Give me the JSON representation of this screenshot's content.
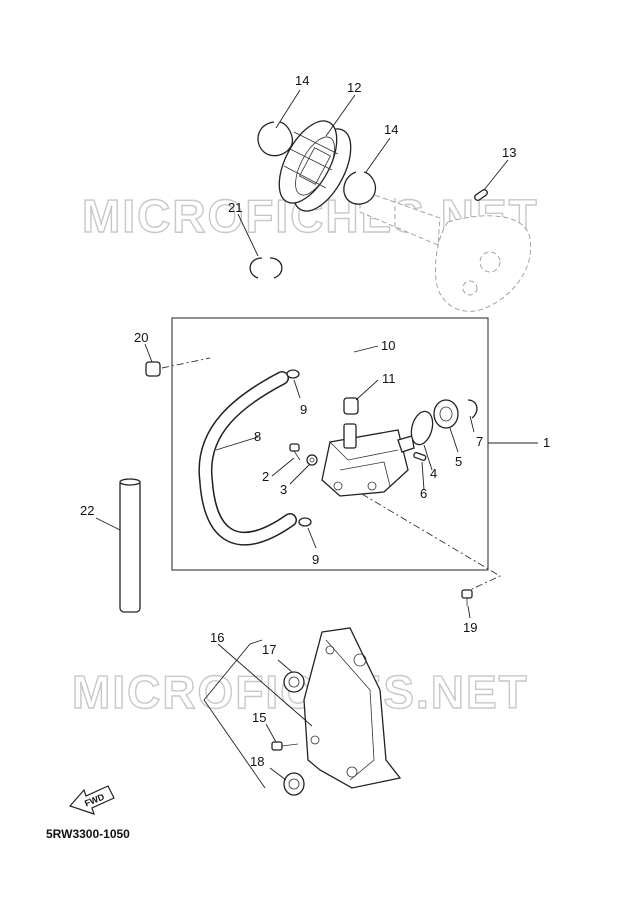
{
  "watermark": "MICROFICHES.NET",
  "diagram_code": "5RW3300-1050",
  "fwd_label": "FWD",
  "callouts": {
    "c1": "1",
    "c2": "2",
    "c3": "3",
    "c4": "4",
    "c5": "5",
    "c6": "6",
    "c7": "7",
    "c8": "8",
    "c9a": "9",
    "c9b": "9",
    "c10": "10",
    "c11": "11",
    "c12": "12",
    "c13": "13",
    "c14a": "14",
    "c14b": "14",
    "c15": "15",
    "c16": "16",
    "c17": "17",
    "c18": "18",
    "c19": "19",
    "c20": "20",
    "c21": "21",
    "c22": "22"
  }
}
